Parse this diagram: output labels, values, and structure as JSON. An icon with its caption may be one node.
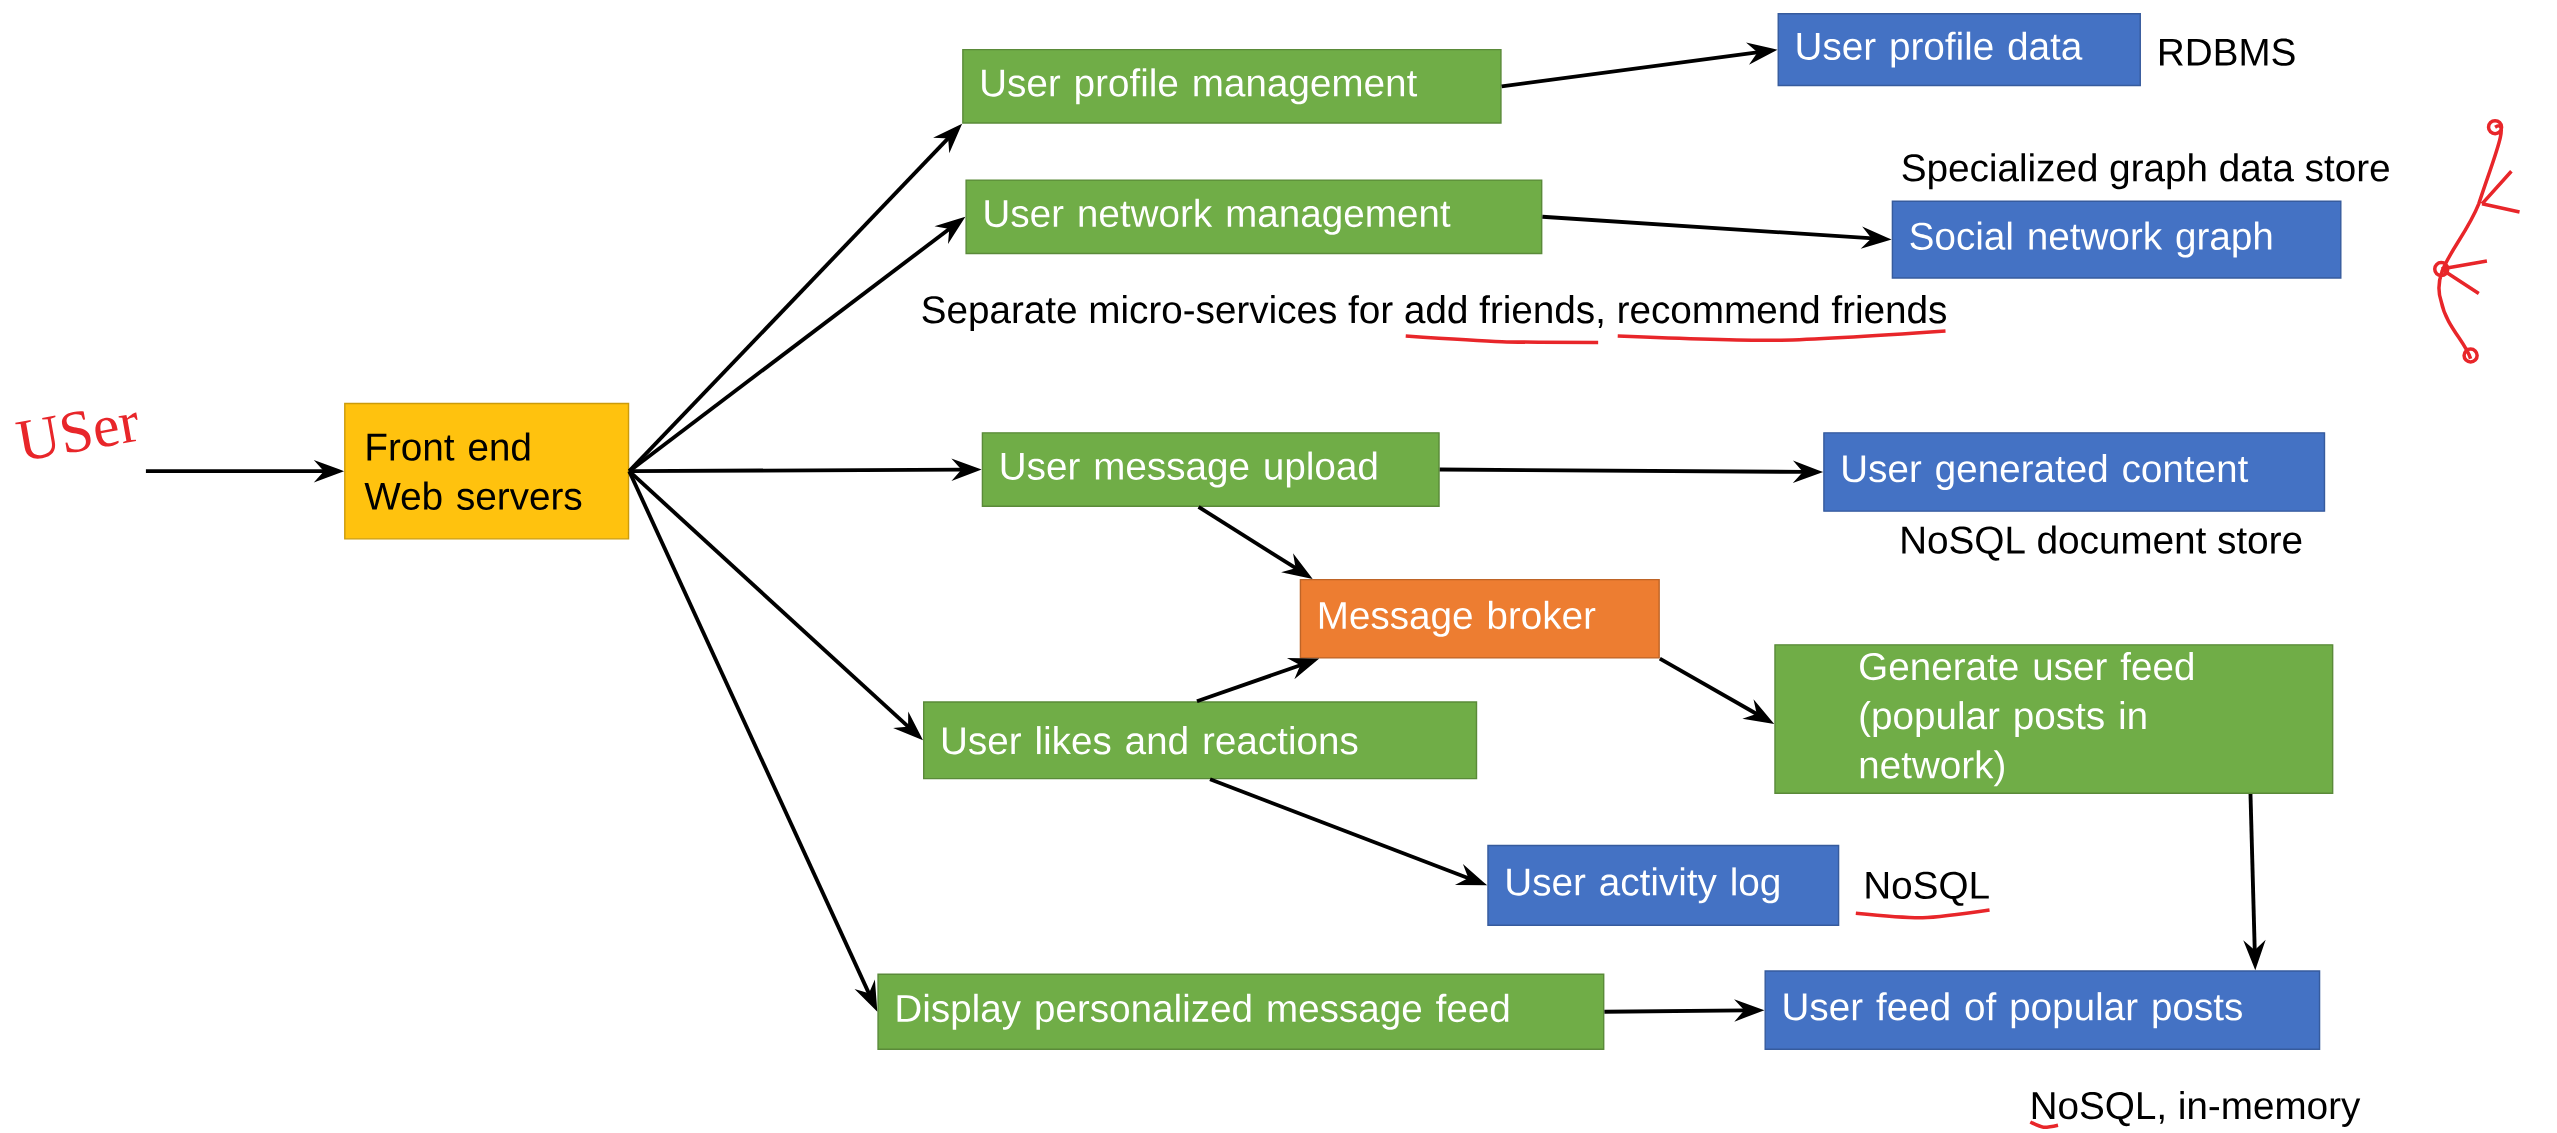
{
  "diagram": {
    "nodes": [
      {
        "text": [
          "USer"
        ]
      },
      {
        "text": [
          "Front end Web servers"
        ]
      },
      {
        "text": [
          "User profile management"
        ]
      },
      {
        "text": [
          "User network management"
        ]
      },
      {
        "text": [
          "User message upload"
        ]
      },
      {
        "text": [
          "Message broker"
        ]
      },
      {
        "text": [
          "User likes and reactions"
        ]
      },
      {
        "text": [
          "Display personalized message feed"
        ]
      },
      {
        "text": [
          "User profile data"
        ],
        "beside": [
          "RDBMS"
        ]
      },
      {
        "text": [
          "Social network graph"
        ],
        "beside": [
          "Specialized graph data store"
        ]
      },
      {
        "text": [
          "User generated content"
        ],
        "beside": [
          "NoSQL document store"
        ]
      },
      {
        "text": [
          "Generate user feed (popular posts in network)"
        ]
      },
      {
        "text": [
          "User activity log"
        ],
        "beside": [
          "NoSQL"
        ]
      },
      {
        "text": [
          "User feed of popular posts"
        ],
        "beside": [
          "NoSQL, in-memory"
        ]
      }
    ],
    "edges": [
      {
        "from": 0,
        "to": 1,
        "arrow": "to"
      },
      {
        "from": 1,
        "to": 2,
        "arrow": "to"
      },
      {
        "from": 1,
        "to": 3,
        "arrow": "to"
      },
      {
        "from": 1,
        "to": 4,
        "arrow": "to"
      },
      {
        "from": 1,
        "to": 6,
        "arrow": "to"
      },
      {
        "from": 1,
        "to": 7,
        "arrow": "to"
      },
      {
        "from": 2,
        "to": 8,
        "arrow": "to"
      },
      {
        "from": 3,
        "to": 9,
        "arrow": "to"
      },
      {
        "from": 4,
        "to": 10,
        "arrow": "to"
      },
      {
        "from": 4,
        "to": 5,
        "arrow": "to"
      },
      {
        "from": 6,
        "to": 5,
        "arrow": "to"
      },
      {
        "from": 5,
        "to": 11,
        "arrow": "to"
      },
      {
        "from": 6,
        "to": 12,
        "arrow": "to"
      },
      {
        "from": 11,
        "to": 13,
        "arrow": "to"
      },
      {
        "from": 7,
        "to": 13,
        "arrow": "to"
      }
    ],
    "labels": [
      "Separate micro-services for add friends, recommend friends"
    ]
  }
}
